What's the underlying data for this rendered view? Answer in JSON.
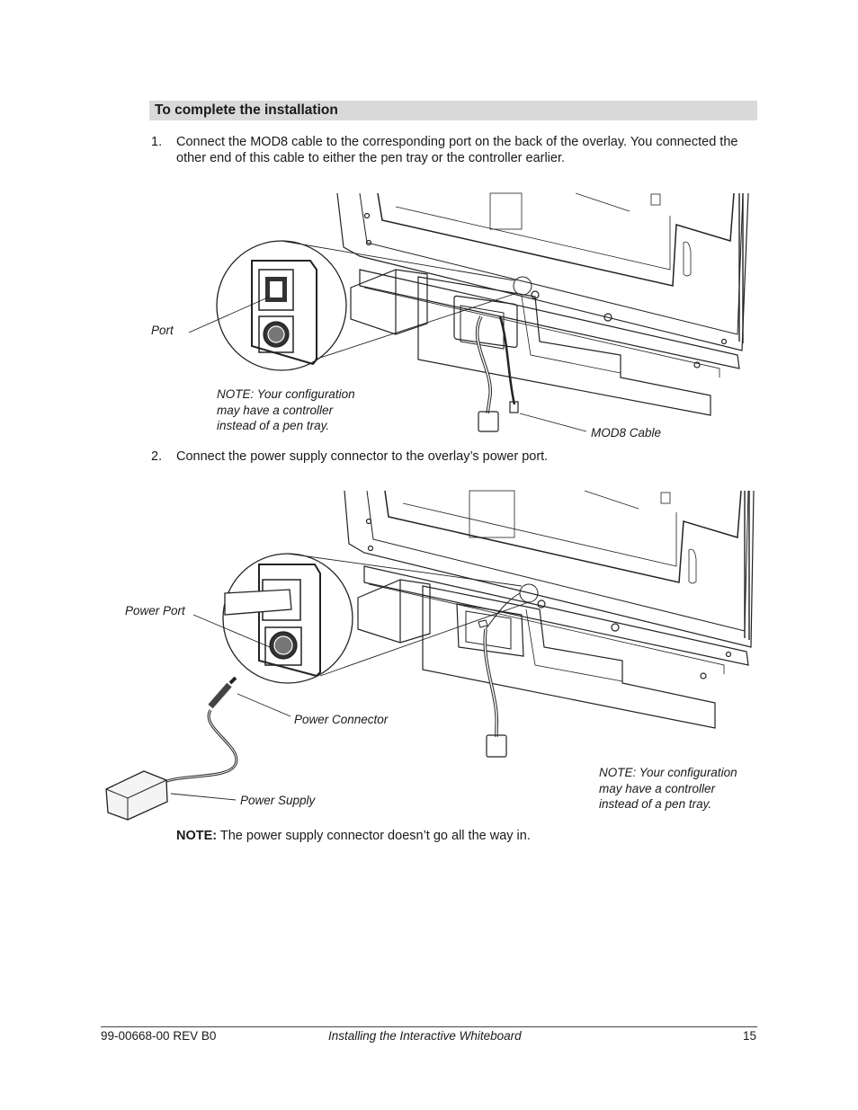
{
  "section_heading": "To complete the installation",
  "steps": [
    {
      "number": "1.",
      "text": "Connect the MOD8 cable to the corresponding port on the back of the overlay. You connected the other end of this cable to either the pen tray or the controller earlier."
    },
    {
      "number": "2.",
      "text": "Connect the power supply connector to the overlay’s power port."
    }
  ],
  "figure1": {
    "label_port": "Port",
    "label_mod8": "MOD8 Cable",
    "note_lines": [
      "NOTE: Your configuration",
      "may have a controller",
      "instead of a pen tray."
    ]
  },
  "figure2": {
    "label_power_port": "Power Port",
    "label_power_connector": "Power Connector",
    "label_power_supply": "Power Supply",
    "note_lines": [
      "NOTE: Your configuration",
      "may have a controller",
      "instead of a pen tray."
    ]
  },
  "note": {
    "prefix": "NOTE:",
    "text": " The power supply connector doesn’t go all the way in."
  },
  "footer": {
    "doc_number": "99-00668-00 REV B0",
    "title": "Installing the Interactive Whiteboard",
    "page": "15"
  }
}
